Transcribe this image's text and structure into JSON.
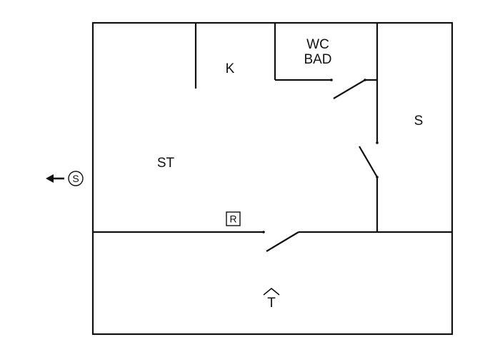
{
  "plan": {
    "rooms": {
      "kitchen": "K",
      "bathroom_line1": "WC",
      "bathroom_line2": "BAD",
      "bedroom": "S",
      "living_room": "ST",
      "terrace": "T"
    },
    "symbols": {
      "radiator_box": "R",
      "circle_marker": "S"
    },
    "icons": {
      "exit": "arrow-left-icon",
      "terrace": "up-arrow-icon"
    }
  }
}
